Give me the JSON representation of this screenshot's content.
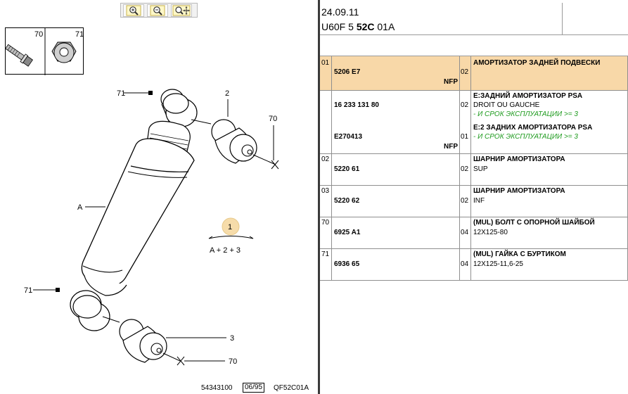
{
  "toolbar": {
    "zoom_in_icon": "zoom-in-icon",
    "zoom_out_icon": "zoom-out-icon",
    "zoom_fit_icon": "zoom-fit-icon"
  },
  "diagram": {
    "thumb_labels": [
      "70",
      "71"
    ],
    "callouts": {
      "c71_top": "71",
      "c2": "2",
      "c70_top": "70",
      "cA": "A",
      "c71_bottom": "71",
      "c3": "3",
      "c70_bottom": "70"
    },
    "kit_badge": "1",
    "kit_formula": "A + 2 + 3",
    "footer": {
      "code": "54343100",
      "date": "06/95",
      "ref": "QF52C01A"
    }
  },
  "header": {
    "date": "24.09.11",
    "model_prefix": "U60F 5 ",
    "model_bold": "52C",
    "model_suffix": " 01A"
  },
  "parts": [
    {
      "idx": "01",
      "ref": "5206 E7",
      "nfp": "NFP",
      "qty": "02",
      "desc": "АМОРТИЗАТОР ЗАДНЕЙ ПОДВЕСКИ",
      "highlight": true
    },
    {
      "idx": "",
      "lines": [
        {
          "ref": "16 233 131 80",
          "qty": "02",
          "desc": "E:ЗАДНИЙ АМОРТИЗАТОР PSA",
          "sub": "DROIT OU GAUCHE",
          "note": "- И СРОК ЭКСПЛУАТАЦИИ >= 3"
        },
        {
          "ref": "E270413",
          "nfp": "NFP",
          "qty": "01",
          "desc": "E:2 ЗАДНИХ АМОРТИЗАТОРА PSA",
          "note": "- И СРОК ЭКСПЛУАТАЦИИ >= 3"
        }
      ]
    },
    {
      "idx": "02",
      "ref": "5220 61",
      "qty": "02",
      "desc": "ШАРНИР АМОРТИЗАТОРА",
      "sub": "SUP"
    },
    {
      "idx": "03",
      "ref": "5220 62",
      "qty": "02",
      "desc": "ШАРНИР АМОРТИЗАТОРА",
      "sub": "INF"
    },
    {
      "idx": "70",
      "ref": "6925 A1",
      "qty": "04",
      "desc": "(MUL) БОЛТ С ОПОРНОЙ ШАЙБОЙ",
      "sub": "12X125-80"
    },
    {
      "idx": "71",
      "ref": "6936 65",
      "qty": "04",
      "desc": "(MUL) ГАЙКА С БУРТИКОМ",
      "sub": "12X125-11,6-25"
    }
  ],
  "colors": {
    "highlight_row": "#f8d8a8",
    "note_green": "#1f9b1f",
    "kit_badge": "#f6dcaa"
  }
}
